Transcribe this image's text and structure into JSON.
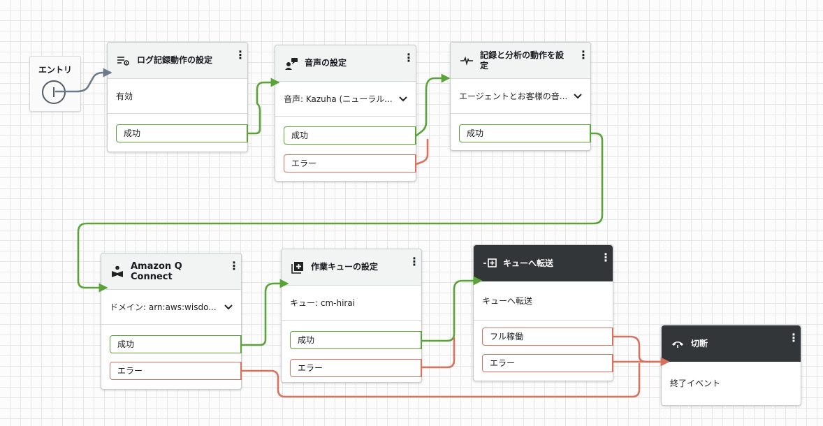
{
  "entry": {
    "label": "エントリ"
  },
  "blocks": {
    "logging": {
      "title": "ログ記録動作の設定",
      "body": "有効",
      "branches": [
        "成功"
      ]
    },
    "voice": {
      "title": "音声の設定",
      "body": "音声: Kazuha (ニューラル...",
      "branches": [
        "成功",
        "エラー"
      ]
    },
    "recording": {
      "title": "記録と分析の動作を設定",
      "body": "エージェントとお客様の音...",
      "branches": [
        "成功"
      ]
    },
    "amazonq": {
      "title": "Amazon Q Connect",
      "body": "ドメイン: arn:aws:wisdo...",
      "branches": [
        "成功",
        "エラー"
      ]
    },
    "workqueue": {
      "title": "作業キューの設定",
      "body": "キュー: cm-hirai",
      "branches": [
        "成功",
        "エラー"
      ]
    },
    "transfer": {
      "title": "キューへ転送",
      "body": "キューへ転送",
      "branches": [
        "フル稼働",
        "エラー"
      ]
    },
    "disconnect": {
      "title": "切断",
      "body": "終了イベント",
      "branches": []
    }
  },
  "icons": {
    "logging": "list-gear-icon",
    "voice": "person-speech-icon",
    "recording": "waveform-icon",
    "amazonq": "book-person-icon",
    "workqueue": "queue-add-icon",
    "transfer": "transfer-queue-icon",
    "disconnect": "phone-hangup-icon",
    "menu": "kebab-menu-icon",
    "dropdown": "chevron-down-icon"
  },
  "colors": {
    "success": "#5ba339",
    "error": "#d4735e",
    "connector_entry": "#6b7b8c",
    "dark_header": "#333638"
  }
}
